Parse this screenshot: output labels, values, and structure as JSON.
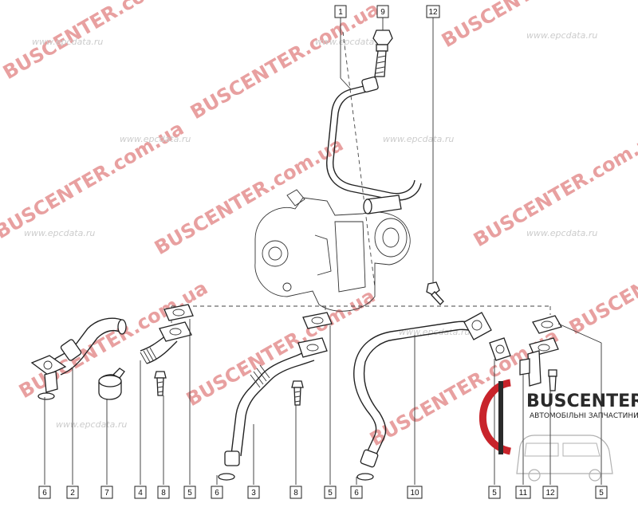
{
  "watermarks": {
    "brand": "BUSCENTER.com.ua",
    "site": "www.epcdata.ru"
  },
  "logo": {
    "name": "BUSCENTER",
    "subtitle": "АВТОМОБІЛЬНІ ЗАПЧАСТИНИ"
  },
  "callouts": {
    "top": [
      {
        "id": "c1-top",
        "label": "1"
      },
      {
        "id": "c9-top",
        "label": "9"
      },
      {
        "id": "c12-top",
        "label": "12"
      }
    ],
    "bottom": [
      {
        "id": "c6-a",
        "label": "6"
      },
      {
        "id": "c2",
        "label": "2"
      },
      {
        "id": "c7",
        "label": "7"
      },
      {
        "id": "c4",
        "label": "4"
      },
      {
        "id": "c8-a",
        "label": "8"
      },
      {
        "id": "c5-a",
        "label": "5"
      },
      {
        "id": "c6-b",
        "label": "6"
      },
      {
        "id": "c3",
        "label": "3"
      },
      {
        "id": "c8-b",
        "label": "8"
      },
      {
        "id": "c5-b",
        "label": "5"
      },
      {
        "id": "c6-c",
        "label": "6"
      },
      {
        "id": "c10",
        "label": "10"
      },
      {
        "id": "c5-c",
        "label": "5"
      },
      {
        "id": "c11",
        "label": "11"
      },
      {
        "id": "c12-b",
        "label": "12"
      },
      {
        "id": "c5-d",
        "label": "5"
      }
    ]
  },
  "colors": {
    "watermark_red": "#e8a0a0",
    "watermark_gray": "#cccccc",
    "line": "#222222",
    "logo_red": "#c8242b"
  }
}
